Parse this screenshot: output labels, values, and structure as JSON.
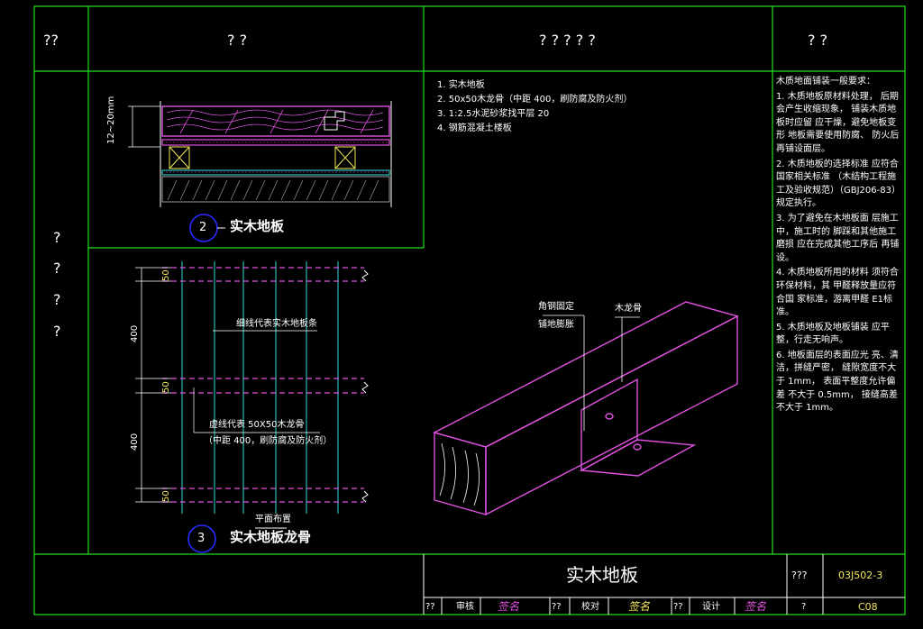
{
  "header": {
    "col1": "??",
    "col2": "?  ?",
    "col3": "? ? ? ? ?",
    "col4": "?  ?"
  },
  "left_column_marks": [
    "?",
    "?",
    "?",
    "?"
  ],
  "section_notes": [
    "1. 实木地板",
    "2. 50x50木龙骨（中距    400，刷防腐及防火剂）",
    "3. 1:2.5水泥砂浆找平层     20",
    "4. 钢筋混凝土楼板"
  ],
  "detail2": {
    "number": "2",
    "title": "实木地板",
    "dimension": "12~20mm"
  },
  "detail3": {
    "number": "3",
    "title": "实木地板龙骨",
    "plan_label": "平面布置",
    "dims": [
      "50",
      "400",
      "50",
      "400",
      "50"
    ],
    "callout_thin": "细线代表实木地板条",
    "callout_dashed_1": "虚线代表  50X50木龙骨",
    "callout_dashed_2": "（中距 400，刷防腐及防火剂）"
  },
  "iso": {
    "label_angle": "角钢固定",
    "label_angle_2": "铺地膨胀",
    "label_joist": "木龙骨"
  },
  "right_notes": {
    "title": "木质地面铺装一般要求：",
    "items": [
      "1. 木质地板原材料处理， 后期会产生收缩现象， 铺装木质地板时应留 应干燥，避免地板变形 地板需要使用防腐、 防火后再铺设面层。",
      "2. 木质地板的选择标准 应符合国家相关标准 （木结构工程施工及验收规范）（GBJ206-83） 规定执行。",
      "3. 为了避免在木地板面 层施工中，施工时的 脚踩和其他施工磨损 应在完成其他工序后 再铺设。",
      "4. 木质地板所用的材料 须符合环保材料，其 甲醛释放量应符合国 家标准，游离甲醛 E1标准。",
      "5. 木质地板及地板铺装 应平整，行走无响声。",
      "6. 地板面层的表面应光 亮、清洁，拼缝严密， 缝隙宽度不大于 1mm， 表面平整度允许偏差 不大于 0.5mm， 接缝高差不大于 1mm。"
    ]
  },
  "title_block": {
    "drawing_title": "实木地板",
    "atlas_label": "???",
    "atlas_no": "03J502-3",
    "row": [
      "??",
      "审核",
      "签名",
      "??",
      "校对",
      "签名",
      "??",
      "设计",
      "签名",
      "?"
    ],
    "page_no": "C08"
  },
  "colors": {
    "frame": "#1fe11f",
    "cyan": "#33e0e0",
    "magenta": "#e052e0",
    "yellow": "#f4e85a",
    "blue": "#2020ff",
    "gray": "#9a9a9a"
  }
}
